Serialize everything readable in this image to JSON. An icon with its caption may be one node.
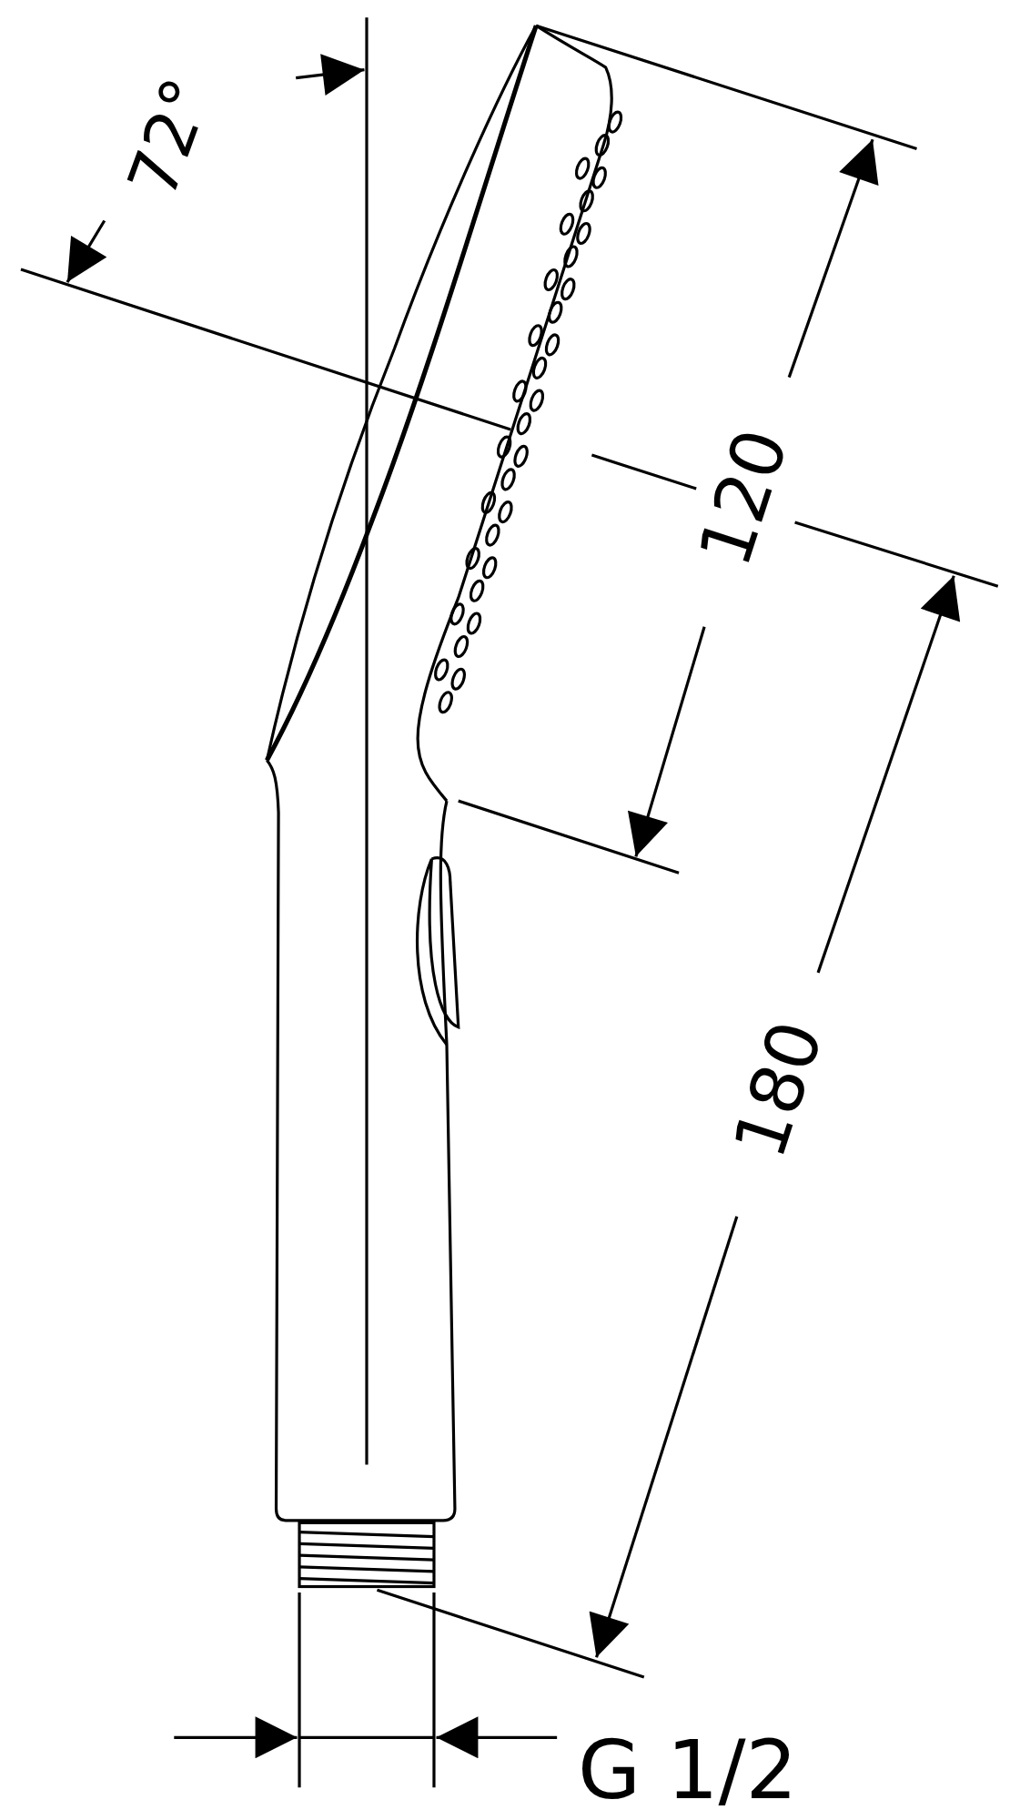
{
  "diagram": {
    "labels": [
      "72°",
      "120",
      "180",
      "G 1/2"
    ]
  }
}
